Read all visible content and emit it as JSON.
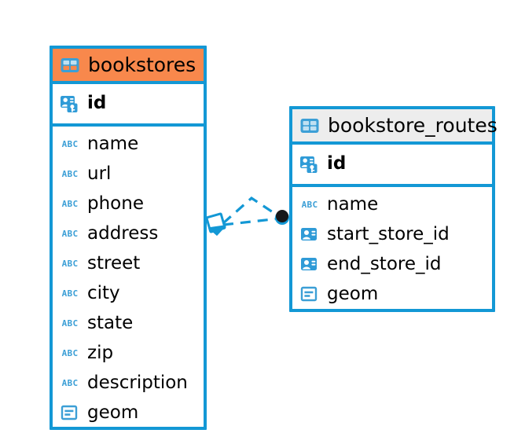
{
  "diagram": {
    "type": "entity-relationship-diagram",
    "background_color": "#ffffff",
    "accent_blue": "#1398d5",
    "accent_orange": "#f8884c",
    "header_grey": "#ededed"
  },
  "entities": [
    {
      "name": "bookstores",
      "title": "bookstores",
      "header_style": "accent-orange",
      "table_icon": "table-icon",
      "primary_keys": [
        {
          "label": "id",
          "icon": "primary-key-icon"
        }
      ],
      "fields": [
        {
          "label": "name",
          "icon": "text-abc-icon"
        },
        {
          "label": "url",
          "icon": "text-abc-icon"
        },
        {
          "label": "phone",
          "icon": "text-abc-icon"
        },
        {
          "label": "address",
          "icon": "text-abc-icon"
        },
        {
          "label": "street",
          "icon": "text-abc-icon"
        },
        {
          "label": "city",
          "icon": "text-abc-icon"
        },
        {
          "label": "state",
          "icon": "text-abc-icon"
        },
        {
          "label": "zip",
          "icon": "text-abc-icon"
        },
        {
          "label": "description",
          "icon": "text-abc-icon"
        },
        {
          "label": "geom",
          "icon": "geometry-icon"
        }
      ]
    },
    {
      "name": "bookstore_routes",
      "title": "bookstore_routes",
      "header_style": "accent-grey",
      "table_icon": "table-icon",
      "primary_keys": [
        {
          "label": "id",
          "icon": "primary-key-icon"
        }
      ],
      "fields": [
        {
          "label": "name",
          "icon": "text-abc-icon"
        },
        {
          "label": "start_store_id",
          "icon": "foreign-key-icon"
        },
        {
          "label": "end_store_id",
          "icon": "foreign-key-icon"
        },
        {
          "label": "geom",
          "icon": "geometry-icon"
        }
      ]
    }
  ],
  "relationship": {
    "name": "bookstores-to-bookstore-routes",
    "from_entity": "bookstores",
    "to_entity": "bookstore_routes",
    "from_cardinality": "many",
    "to_cardinality": "one",
    "from_symbol": "crows-foot-icon",
    "to_symbol": "filled-circle-icon",
    "line_style": "dashed",
    "line_color": "#1398d5"
  }
}
